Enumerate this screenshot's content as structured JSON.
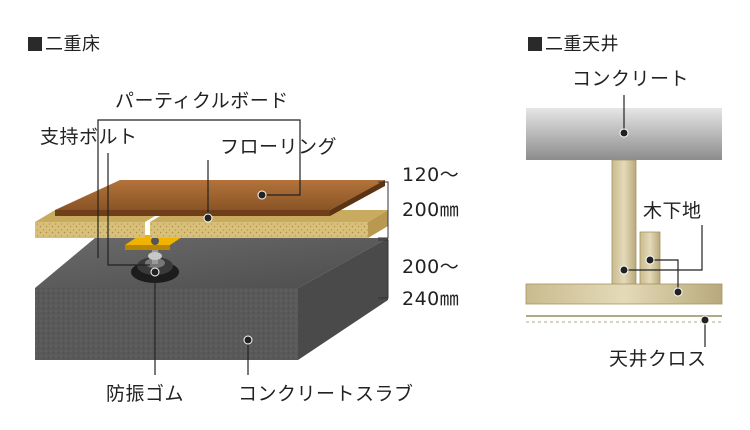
{
  "left": {
    "title": "二重床",
    "labels": {
      "particle_board": "パーティクルボード",
      "support_bolt": "支持ボルト",
      "flooring": "フローリング",
      "anti_vibration_rubber": "防振ゴム",
      "concrete_slab": "コンクリートスラブ"
    },
    "dimensions": {
      "upper_value": "120〜",
      "upper_unit": "200㎜",
      "lower_value": "200〜",
      "lower_unit": "240㎜"
    }
  },
  "right": {
    "title": "二重天井",
    "labels": {
      "concrete": "コンクリート",
      "wood_base": "木下地",
      "ceiling_cloth": "天井クロス"
    }
  },
  "colors": {
    "flooring": "#a0642c",
    "particle_board": "#d9c07a",
    "concrete": "#5a5a5a",
    "bolt_plate": "#f0b400",
    "wood_base": "#d6caa6",
    "ceiling_concrete": "#b8b8b8"
  }
}
